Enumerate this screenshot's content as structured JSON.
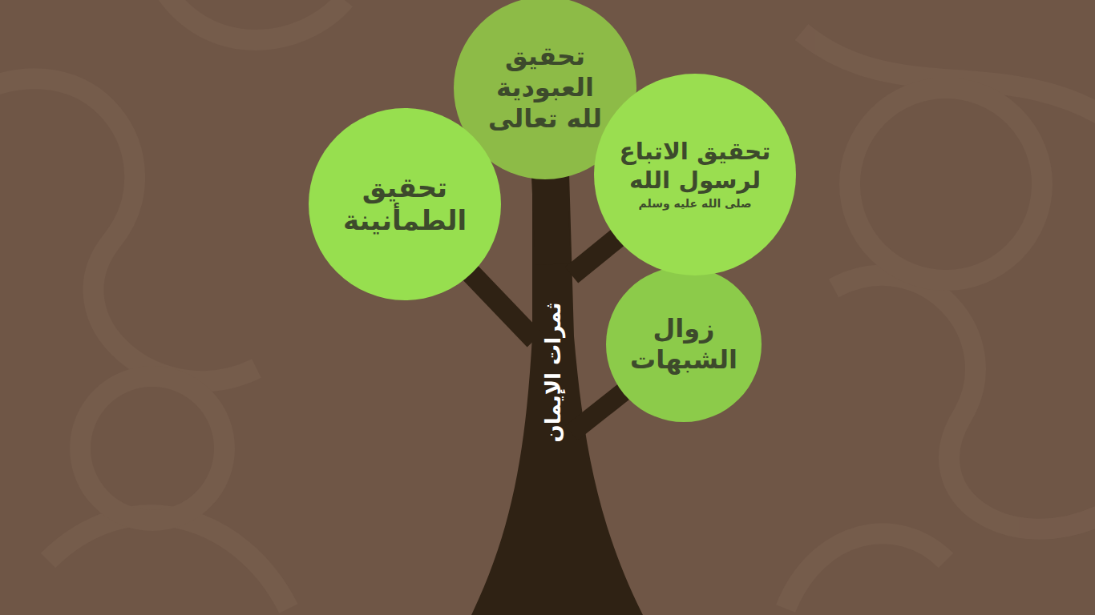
{
  "diagram": {
    "nodes": [
      {
        "text": [
          "تحقيق العبودية لله تعالى"
        ]
      },
      {
        "text": [
          "تحقيق الاتباع لرسول الله",
          "صلى الله عليه وسلم"
        ]
      },
      {
        "text": [
          "تحقيق الطمأنينة"
        ]
      },
      {
        "text": [
          "زوال الشبهات"
        ]
      },
      {
        "text": [
          "ثمرات الإيمان"
        ]
      }
    ],
    "edges": [
      {
        "from": 4,
        "to": 0,
        "arrow": "none"
      },
      {
        "from": 4,
        "to": 1,
        "arrow": "none"
      },
      {
        "from": 4,
        "to": 2,
        "arrow": "none"
      },
      {
        "from": 4,
        "to": 3,
        "arrow": "none"
      }
    ]
  }
}
